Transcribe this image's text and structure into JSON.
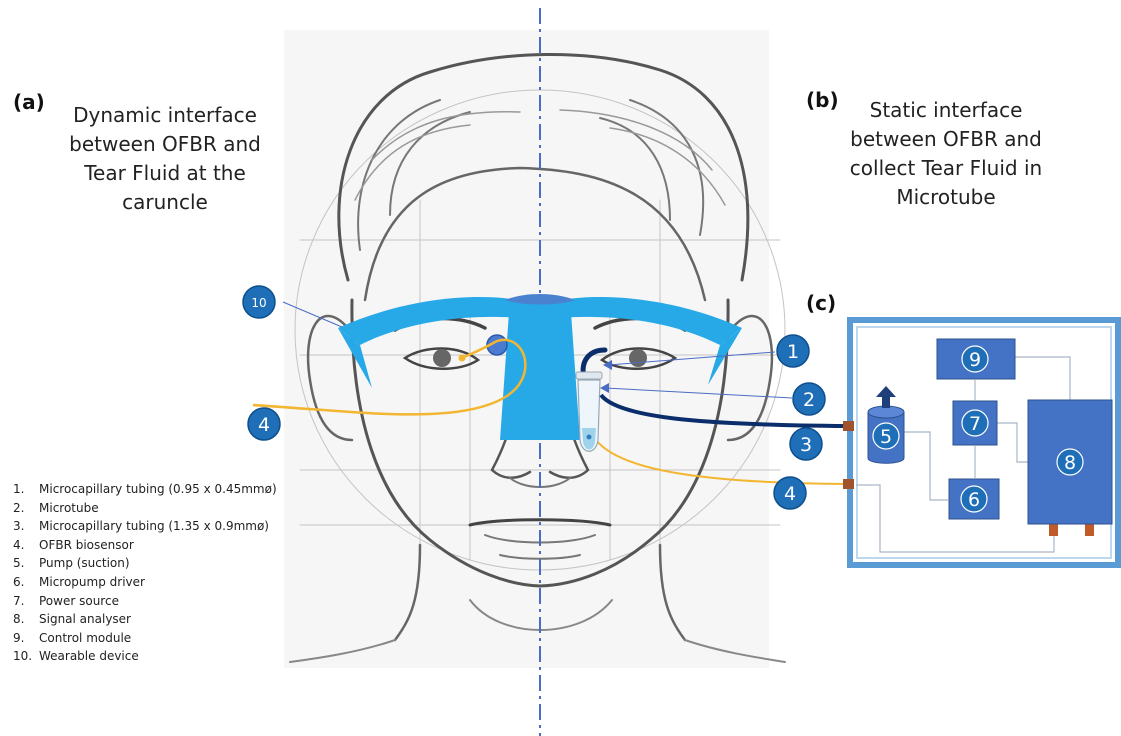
{
  "panels": {
    "a": {
      "letter": "(a)",
      "caption": "Dynamic interface\nbetween OFBR and\nTear Fluid at the\ncaruncle"
    },
    "b": {
      "letter": "(b)",
      "caption": "Static interface\nbetween OFBR and\ncollect Tear Fluid in\nMicrotube"
    },
    "c": {
      "letter": "(c)"
    }
  },
  "callouts": {
    "c1": "1",
    "c2": "2",
    "c3": "3",
    "c4a": "4",
    "c4b": "4",
    "c10": "10"
  },
  "modules": {
    "m5": "5",
    "m6": "6",
    "m7": "7",
    "m8": "8",
    "m9": "9"
  },
  "legend": [
    {
      "num": "1.",
      "label": "Microcapillary tubing (0.95 x 0.45mmø)"
    },
    {
      "num": "2.",
      "label": "Microtube"
    },
    {
      "num": "3.",
      "label": "Microcapillary tubing (1.35 x 0.9mmø)"
    },
    {
      "num": "4.",
      "label": "OFBR biosensor"
    },
    {
      "num": "5.",
      "label": "Pump (suction)"
    },
    {
      "num": "6.",
      "label": "Micropump driver"
    },
    {
      "num": "7.",
      "label": "Power source"
    },
    {
      "num": "8.",
      "label": "Signal analyser"
    },
    {
      "num": "9.",
      "label": "Control module"
    },
    {
      "num": "10.",
      "label": "Wearable device"
    }
  ],
  "colors": {
    "wearable": "#27a9e8",
    "callout": "#1f6fb8",
    "module": "#4472c4",
    "biosensor": "#f2b630",
    "tubing": "#0b2d6b",
    "sketch": "#8a8a8a"
  }
}
